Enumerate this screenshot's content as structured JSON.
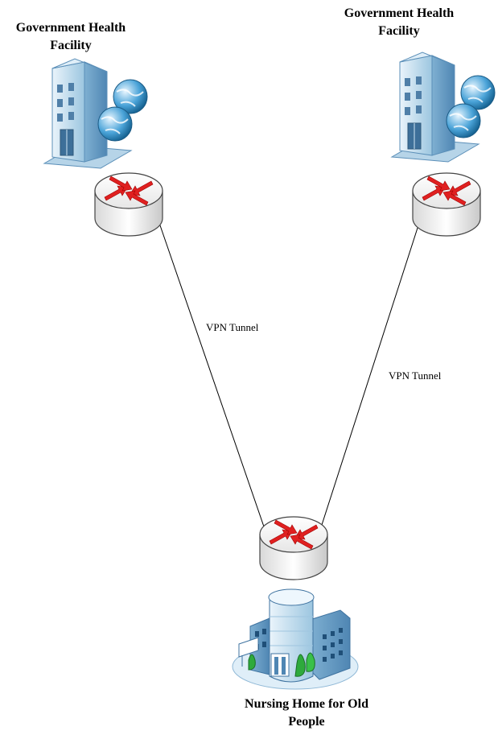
{
  "nodes": {
    "left_facility": {
      "label_line1": "Government Health",
      "label_line2": "Facility"
    },
    "right_facility": {
      "label_line1": "Government Health",
      "label_line2": "Facility"
    },
    "nursing_home": {
      "label_line1": "Nursing Home for Old",
      "label_line2": "People"
    }
  },
  "edges": {
    "left_tunnel": {
      "label": "VPN Tunnel"
    },
    "right_tunnel": {
      "label": "VPN Tunnel"
    }
  },
  "icons": {
    "building": "office-building-icon",
    "globe": "globe-icon",
    "router": "router-icon",
    "nursing_home": "nursing-home-building-icon"
  },
  "colors": {
    "building_light": "#cfe6f3",
    "building_dark": "#7fb3d5",
    "router_arrow": "#e02020",
    "router_body": "#f2f2f2",
    "line": "#000000"
  }
}
